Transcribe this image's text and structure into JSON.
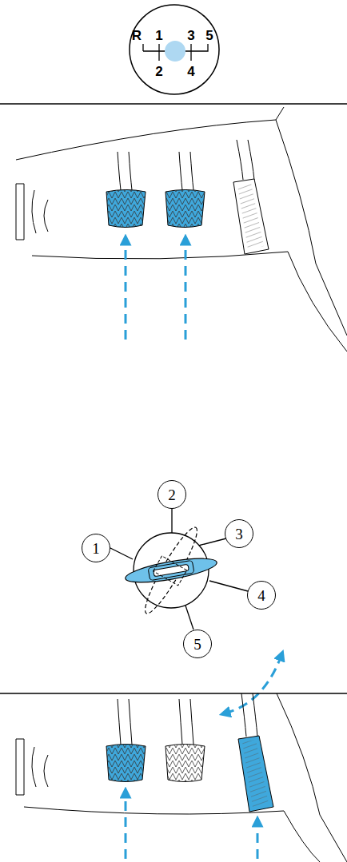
{
  "diagram": {
    "nodes": [
      {
        "text": [
          "1"
        ]
      },
      {
        "text": [
          "2"
        ]
      },
      {
        "text": [
          "3"
        ]
      },
      {
        "text": [
          "4"
        ]
      },
      {
        "text": [
          "5"
        ]
      }
    ],
    "labels": [
      "R",
      "1",
      "3",
      "5",
      "2",
      "4"
    ]
  }
}
